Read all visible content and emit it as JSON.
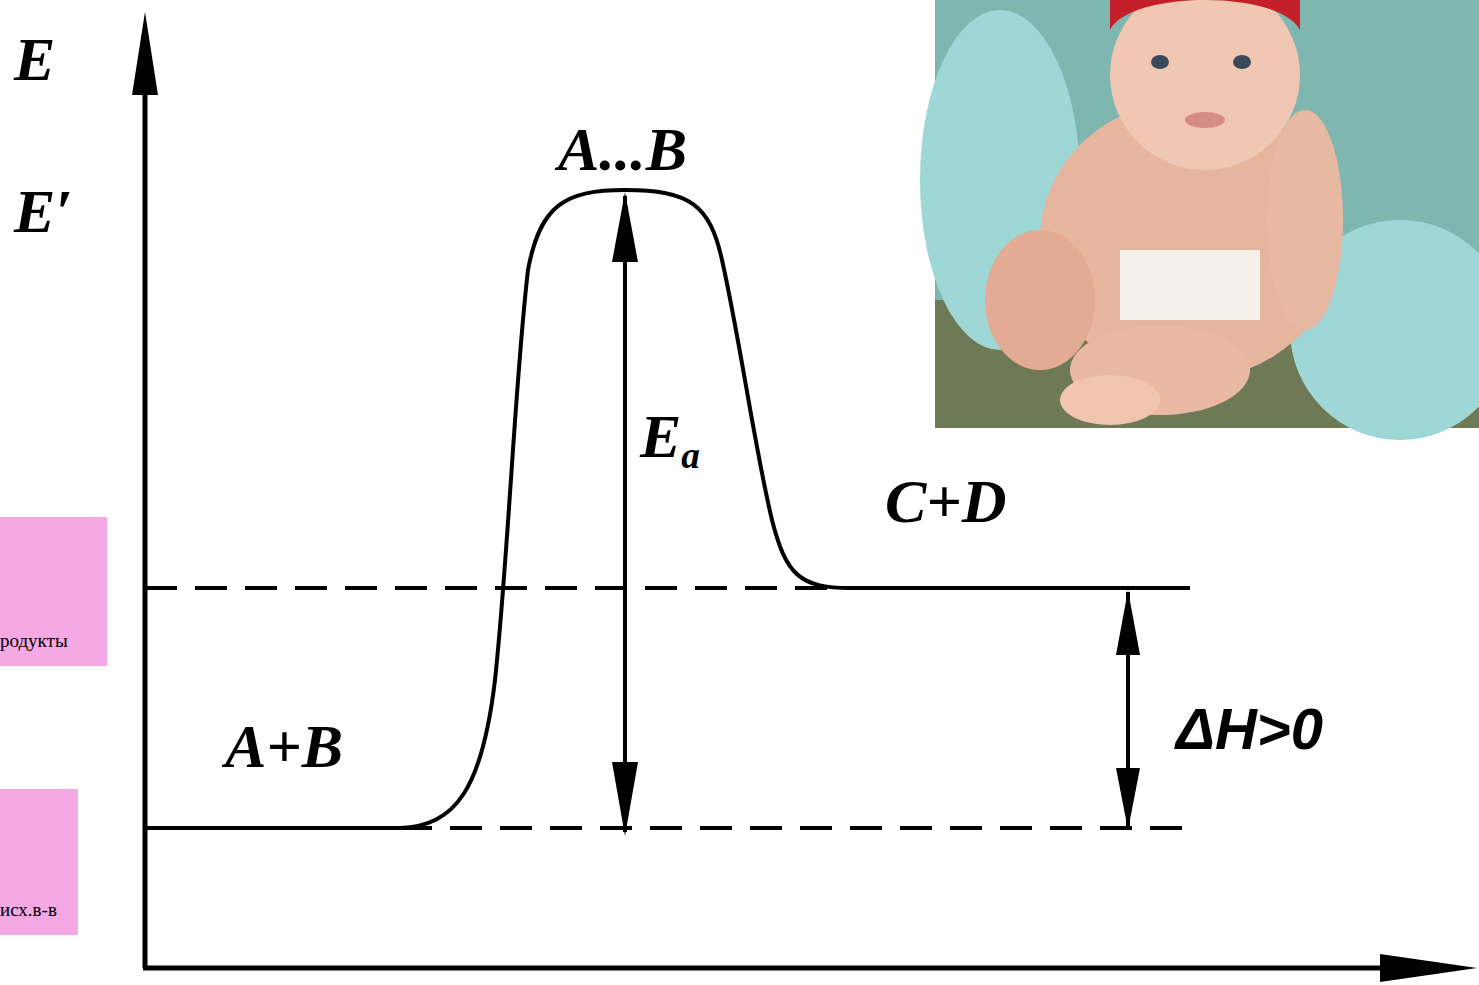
{
  "diagram": {
    "nodes": [
      {
        "text": [
          "родукты"
        ]
      },
      {
        "text": [
          "исх.в-в"
        ]
      }
    ],
    "labels": [
      "E",
      "E′",
      "A...B",
      "Ea",
      "C+D",
      "A+B",
      "ΔH>0"
    ]
  }
}
